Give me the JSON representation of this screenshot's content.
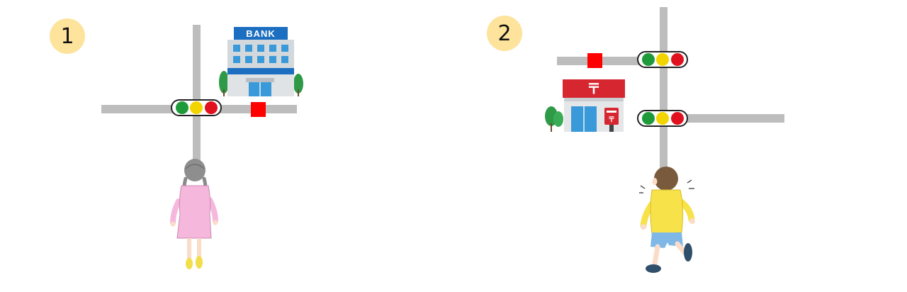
{
  "scenes": [
    {
      "number": "1",
      "building": "bank",
      "sign": "BANK",
      "figure": "girl",
      "light_colors": [
        "#1e9a3a",
        "#f2d400",
        "#e0101e"
      ],
      "marker_color": "#ff0000"
    },
    {
      "number": "2",
      "building": "post-office",
      "sign": "〒",
      "figure": "boy",
      "light_colors": [
        "#1e9a3a",
        "#f2d400",
        "#e0101e"
      ],
      "marker_color": "#ff0000"
    }
  ],
  "colors": {
    "badge": "#fde39b",
    "road": "#bdbdbd",
    "bank_sign": "#1c6fc0",
    "post_red": "#d62630",
    "girl_dress": "#f5b8dc",
    "boy_jacket": "#f7e24a",
    "boy_shorts": "#7fb8e6"
  }
}
